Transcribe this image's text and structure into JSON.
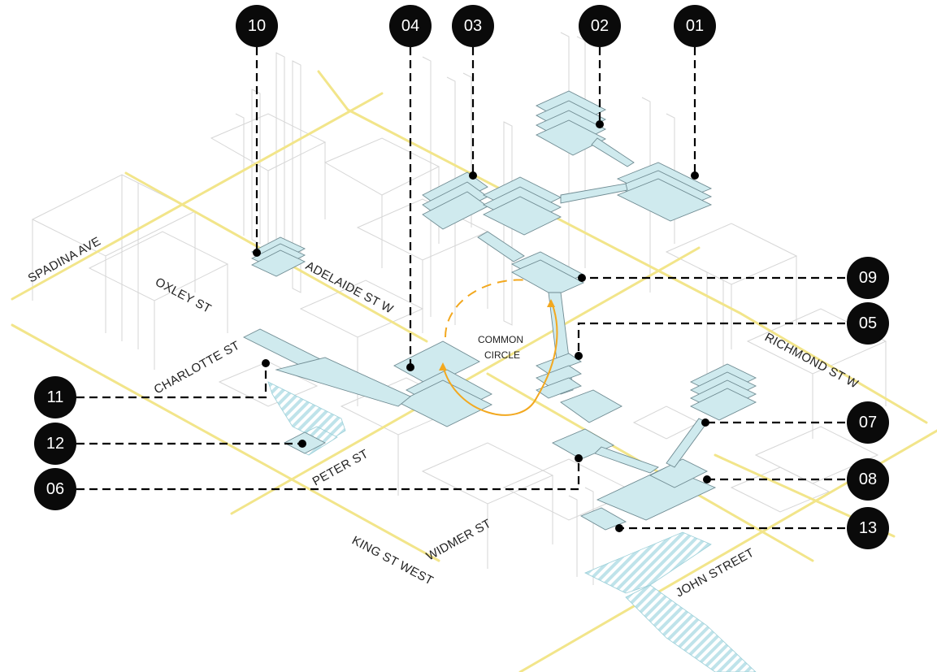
{
  "streets": {
    "spadina": "SPADINA AVE",
    "oxley": "OXLEY ST",
    "adelaide": "ADELAIDE ST W",
    "charlotte": "CHARLOTTE ST",
    "peter": "PETER ST",
    "king": "KING ST WEST",
    "widmer": "WIDMER ST",
    "john": "JOHN STREET",
    "richmond": "RICHMOND ST W"
  },
  "annotation": {
    "line1": "COMMON",
    "line2": "CIRCLE"
  },
  "markers": {
    "m01": "01",
    "m02": "02",
    "m03": "03",
    "m04": "04",
    "m05": "05",
    "m06": "06",
    "m07": "07",
    "m08": "08",
    "m09": "09",
    "m10": "10",
    "m11": "11",
    "m12": "12",
    "m13": "13"
  },
  "colors": {
    "street": "#f2e58a",
    "floor": "#cfeaee",
    "building": "#cfcfcf",
    "circle_path": "#f2a81f",
    "badge": "#0a0a0a"
  }
}
